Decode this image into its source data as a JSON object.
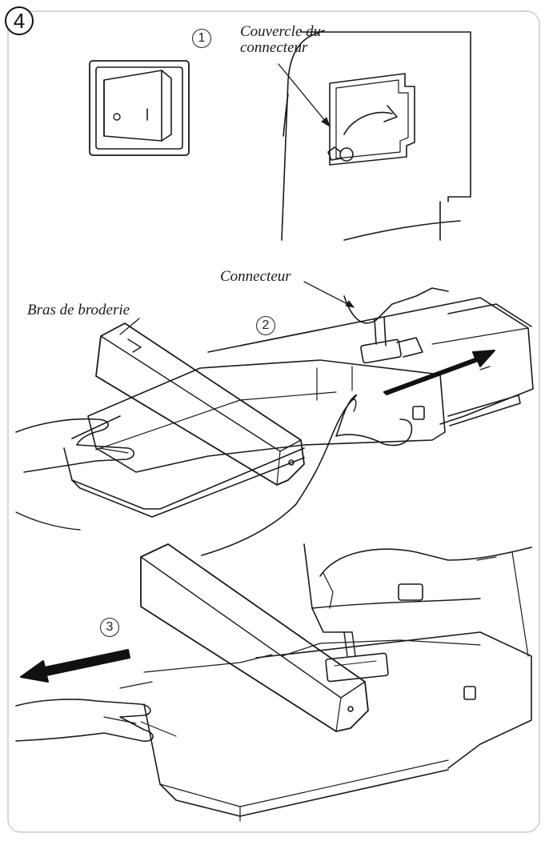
{
  "figure": {
    "number": "4"
  },
  "steps": {
    "step1": "1",
    "step2": "2",
    "step3": "3"
  },
  "labels": {
    "connector_cover_line1": "Couvercle du",
    "connector_cover_line2": "connecteur",
    "connector": "Connecteur",
    "embroidery_arm": "Bras de broderie"
  },
  "switch": {
    "off_symbol": "O",
    "on_symbol": "I"
  },
  "colors": {
    "line": "#1a1a1a",
    "frame": "#c8c8c8",
    "arrow": "#111111"
  }
}
